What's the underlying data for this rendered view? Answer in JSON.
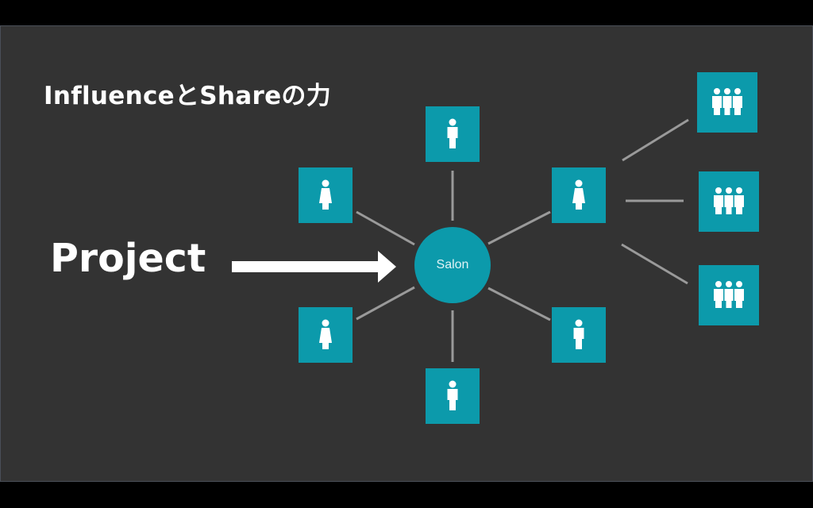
{
  "slide": {
    "title": "InfluenceとShareの力",
    "project_label": "Project",
    "hub_label": "Salon"
  },
  "colors": {
    "background": "#333333",
    "accent": "#0c9aab",
    "text": "#ffffff",
    "connector": "#9a9a9a"
  },
  "icons": {
    "person": "person-icon",
    "group": "group-of-people-icon",
    "arrow": "right-arrow-icon"
  }
}
